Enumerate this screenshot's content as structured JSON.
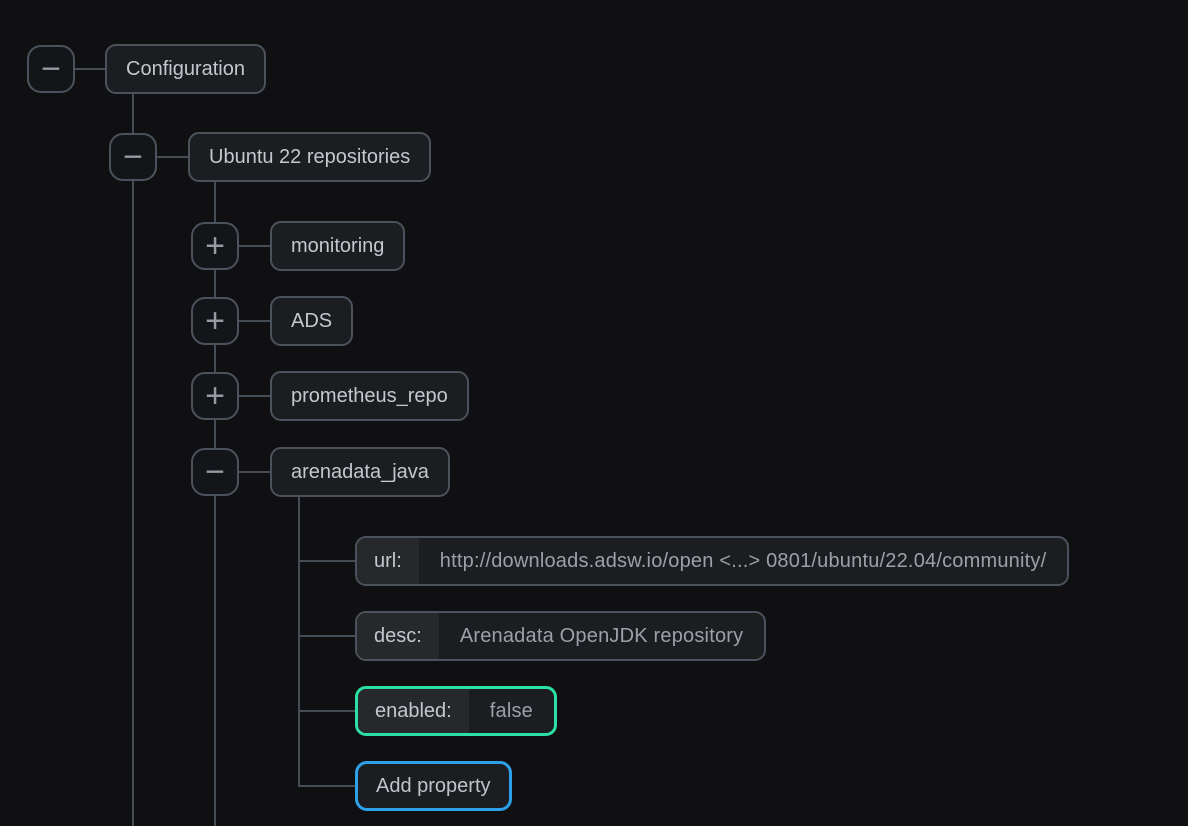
{
  "icons": {
    "minus": "−",
    "plus": "+"
  },
  "nodes": {
    "configuration": {
      "label": "Configuration",
      "toggle": "minus",
      "expanded": true
    },
    "ubuntu": {
      "label": "Ubuntu 22 repositories",
      "toggle": "minus",
      "expanded": true
    },
    "monitoring": {
      "label": "monitoring",
      "toggle": "plus",
      "expanded": false
    },
    "ads": {
      "label": "ADS",
      "toggle": "plus",
      "expanded": false
    },
    "prometheus_repo": {
      "label": "prometheus_repo",
      "toggle": "plus",
      "expanded": false
    },
    "arenadata_java": {
      "label": "arenadata_java",
      "toggle": "minus",
      "expanded": true
    }
  },
  "properties": {
    "url": {
      "key": "url:",
      "value": "http://downloads.adsw.io/open <...> 0801/ubuntu/22.04/community/"
    },
    "desc": {
      "key": "desc:",
      "value": "Arenadata OpenJDK repository"
    },
    "enabled": {
      "key": "enabled:",
      "value": "false",
      "highlight": "green"
    }
  },
  "actions": {
    "add_property": "Add property"
  },
  "colors": {
    "background": "#101013",
    "node_background": "#1c1d21",
    "node_border": "#4b525b",
    "key_background": "#27282c",
    "connector": "#454c55",
    "label_text": "#c4c7cd",
    "value_text": "#9ba1a9",
    "enabled_highlight": "#2ce0a3",
    "add_property_highlight": "#2da0e8"
  }
}
